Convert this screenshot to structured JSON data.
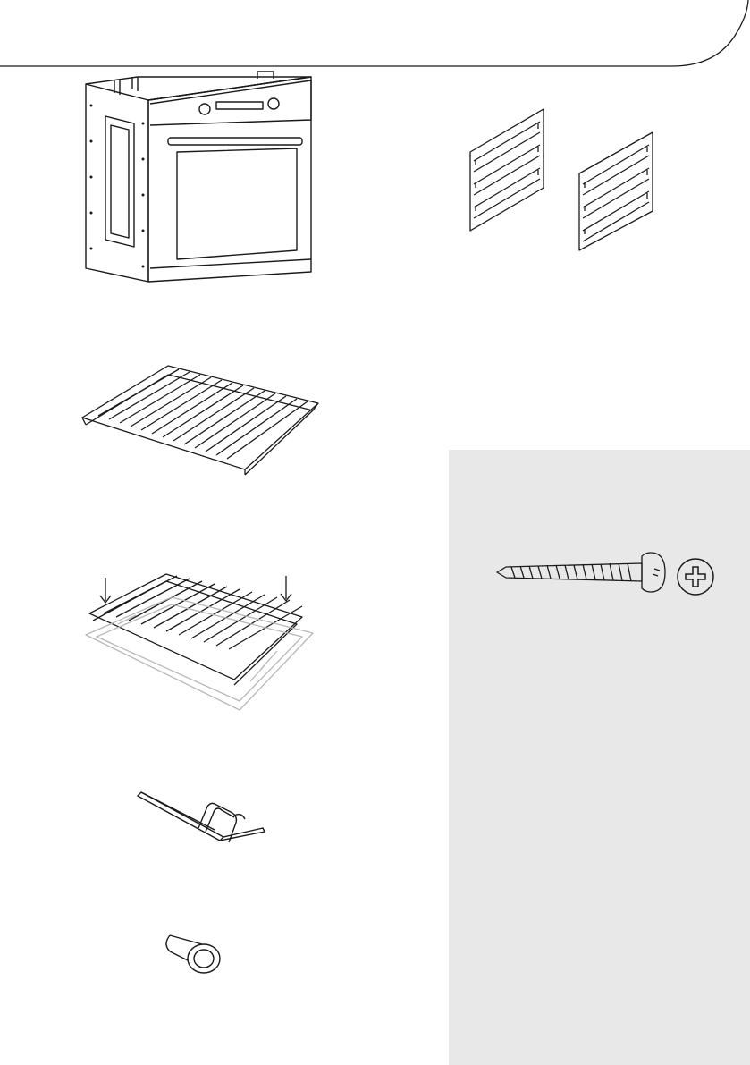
{
  "page": {
    "panel_color": "#e8e8e8",
    "line_color": "#1a1a1a"
  },
  "illustrations": [
    {
      "name": "built-in-oven",
      "icon": "oven-icon"
    },
    {
      "name": "side-rack-pair",
      "icon": "shelf-support-icon"
    },
    {
      "name": "wire-shelf",
      "icon": "wire-rack-icon"
    },
    {
      "name": "wire-shelf-on-tray",
      "icon": "rack-on-tray-icon"
    },
    {
      "name": "rotisserie-fork",
      "icon": "rotisserie-fork-icon"
    },
    {
      "name": "spacer-bushing",
      "icon": "bushing-icon"
    },
    {
      "name": "mounting-screw",
      "icon": "screw-icon"
    },
    {
      "name": "phillips-head",
      "icon": "phillips-head-icon"
    }
  ]
}
